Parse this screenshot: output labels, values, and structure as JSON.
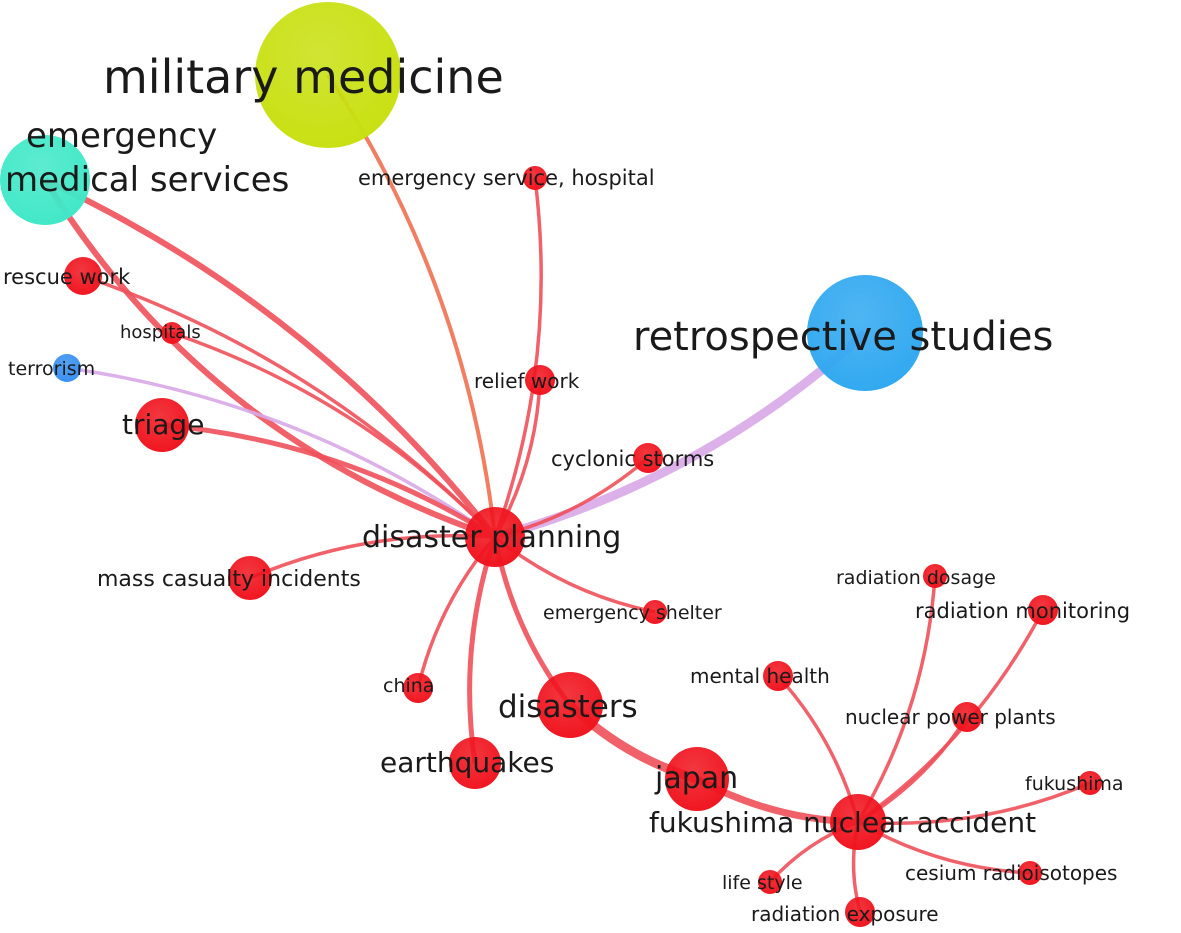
{
  "colors": {
    "cluster_red": "#f0141e",
    "edge_red": "#f0505a",
    "military": "#c8e010",
    "ems": "#40e8c8",
    "retrospective": "#30a8f0",
    "terrorism": "#3890f0",
    "edge_purple": "#d8a8e8",
    "edge_orange": "#f07050"
  },
  "nodes": [
    {
      "id": "mil",
      "label": "military medicine",
      "color": "military"
    },
    {
      "id": "ems",
      "label": "emergency\nmedical services",
      "color": "ems"
    },
    {
      "id": "esh",
      "label": "emergency service, hospital",
      "color": "cluster_red"
    },
    {
      "id": "rw",
      "label": "rescue work",
      "color": "cluster_red"
    },
    {
      "id": "hos",
      "label": "hospitals",
      "color": "cluster_red"
    },
    {
      "id": "ter",
      "label": "terrorism",
      "color": "terrorism"
    },
    {
      "id": "ret",
      "label": "retrospective studies",
      "color": "retrospective"
    },
    {
      "id": "rel",
      "label": "relief work",
      "color": "cluster_red"
    },
    {
      "id": "tri",
      "label": "triage",
      "color": "cluster_red"
    },
    {
      "id": "cyc",
      "label": "cyclonic storms",
      "color": "cluster_red"
    },
    {
      "id": "dp",
      "label": "disaster planning",
      "color": "cluster_red"
    },
    {
      "id": "mci",
      "label": "mass casualty incidents",
      "color": "cluster_red"
    },
    {
      "id": "shel",
      "label": "emergency shelter",
      "color": "cluster_red"
    },
    {
      "id": "rd",
      "label": "radiation dosage",
      "color": "cluster_red"
    },
    {
      "id": "rm",
      "label": "radiation monitoring",
      "color": "cluster_red"
    },
    {
      "id": "mh",
      "label": "mental health",
      "color": "cluster_red"
    },
    {
      "id": "chi",
      "label": "china",
      "color": "cluster_red"
    },
    {
      "id": "dis",
      "label": "disasters",
      "color": "cluster_red"
    },
    {
      "id": "npp",
      "label": "nuclear power plants",
      "color": "cluster_red"
    },
    {
      "id": "eq",
      "label": "earthquakes",
      "color": "cluster_red"
    },
    {
      "id": "jap",
      "label": "japan",
      "color": "cluster_red"
    },
    {
      "id": "fuk",
      "label": "fukushima",
      "color": "cluster_red"
    },
    {
      "id": "fna",
      "label": "fukushima nuclear accident",
      "color": "cluster_red"
    },
    {
      "id": "ls",
      "label": "life style",
      "color": "cluster_red"
    },
    {
      "id": "ces",
      "label": "cesium radioisotopes",
      "color": "cluster_red"
    },
    {
      "id": "re",
      "label": "radiation exposure",
      "color": "cluster_red"
    }
  ],
  "edges": [
    {
      "from": "dp",
      "to": "mil",
      "color": "edge_orange"
    },
    {
      "from": "dp",
      "to": "ems",
      "color": "edge_red"
    },
    {
      "from": "dp",
      "to": "ems",
      "color": "edge_red"
    },
    {
      "from": "dp",
      "to": "rw",
      "color": "edge_red"
    },
    {
      "from": "dp",
      "to": "hos",
      "color": "edge_red"
    },
    {
      "from": "dp",
      "to": "ter",
      "color": "edge_purple"
    },
    {
      "from": "dp",
      "to": "tri",
      "color": "edge_red"
    },
    {
      "from": "dp",
      "to": "ret",
      "color": "edge_purple"
    },
    {
      "from": "dp",
      "to": "rel",
      "color": "edge_red"
    },
    {
      "from": "dp",
      "to": "cyc",
      "color": "edge_red"
    },
    {
      "from": "dp",
      "to": "esh",
      "color": "edge_red"
    },
    {
      "from": "dp",
      "to": "mci",
      "color": "edge_red"
    },
    {
      "from": "dp",
      "to": "shel",
      "color": "edge_red"
    },
    {
      "from": "dp",
      "to": "chi",
      "color": "edge_red"
    },
    {
      "from": "dp",
      "to": "dis",
      "color": "edge_red"
    },
    {
      "from": "dp",
      "to": "eq",
      "color": "edge_red"
    },
    {
      "from": "dis",
      "to": "jap",
      "color": "edge_red"
    },
    {
      "from": "jap",
      "to": "fna",
      "color": "edge_red"
    },
    {
      "from": "fna",
      "to": "rd",
      "color": "edge_red"
    },
    {
      "from": "fna",
      "to": "rm",
      "color": "edge_red"
    },
    {
      "from": "fna",
      "to": "mh",
      "color": "edge_red"
    },
    {
      "from": "fna",
      "to": "npp",
      "color": "edge_red"
    },
    {
      "from": "fna",
      "to": "fuk",
      "color": "edge_red"
    },
    {
      "from": "fna",
      "to": "ls",
      "color": "edge_red"
    },
    {
      "from": "fna",
      "to": "ces",
      "color": "edge_red"
    },
    {
      "from": "fna",
      "to": "re",
      "color": "edge_red"
    }
  ]
}
